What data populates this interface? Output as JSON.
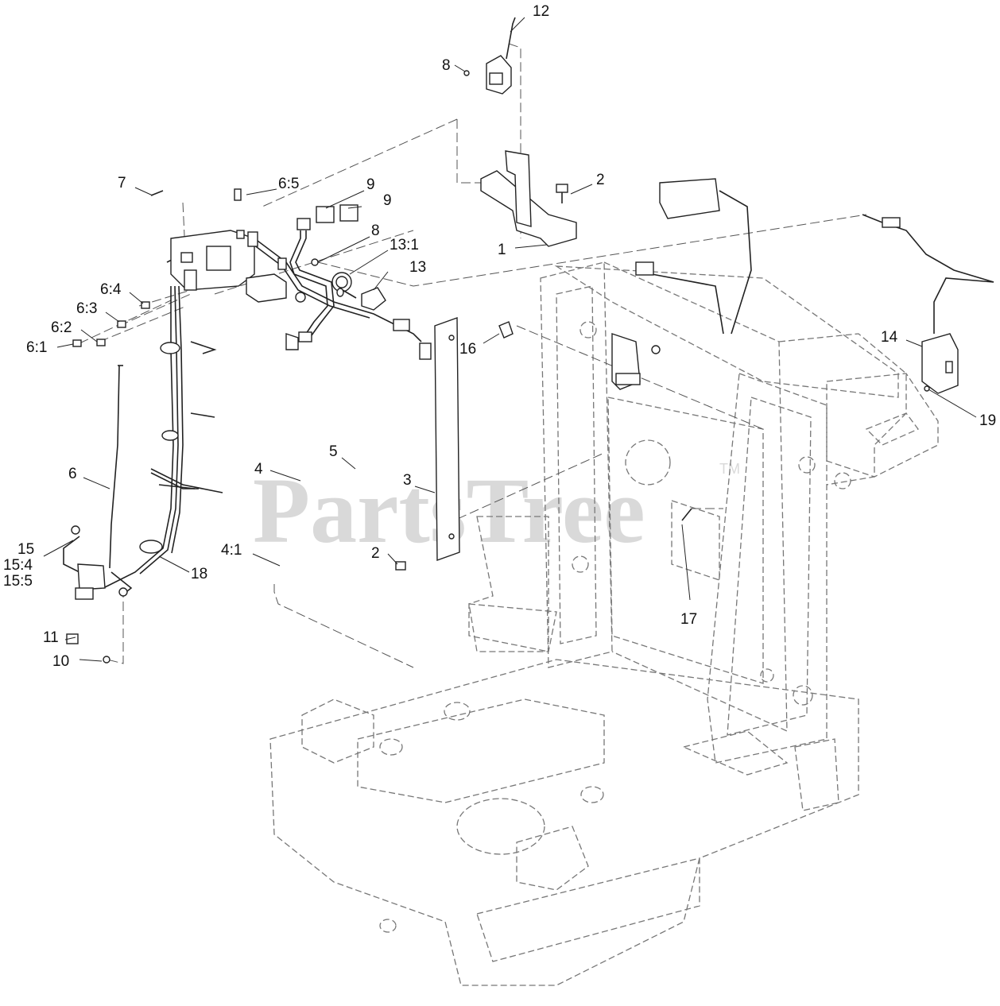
{
  "watermark": {
    "text": "PartsTree",
    "trademark": "TM"
  },
  "callouts": {
    "c1": "1",
    "c2a": "2",
    "c2b": "2",
    "c3": "3",
    "c4": "4",
    "c4_1": "4:1",
    "c5": "5",
    "c6": "6",
    "c6_1": "6:1",
    "c6_2": "6:2",
    "c6_3": "6:3",
    "c6_4": "6:4",
    "c6_5": "6:5",
    "c7": "7",
    "c8a": "8",
    "c8b": "8",
    "c9a": "9",
    "c9b": "9",
    "c10": "10",
    "c11": "11",
    "c12": "12",
    "c13": "13",
    "c13_1": "13:1",
    "c14": "14",
    "c15": "15",
    "c15_4": "15:4",
    "c15_5": "15:5",
    "c16": "16",
    "c17": "17",
    "c18": "18",
    "c19": "19"
  },
  "colors": {
    "line": "#222222",
    "frame": "#777777",
    "watermark": "#d9d9d9"
  }
}
